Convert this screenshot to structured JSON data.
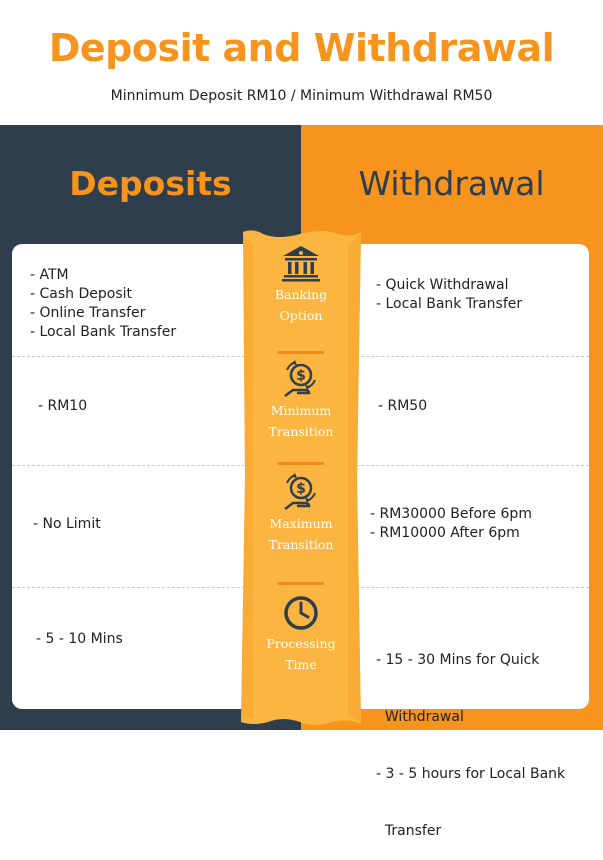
{
  "header": {
    "title": "Deposit and Withdrawal",
    "subtitle": "Minnimum Deposit RM10  /  Minimum Withdrawal RM50"
  },
  "columns": {
    "deposits": "Deposits",
    "withdrawal": "Withdrawal"
  },
  "rows": [
    {
      "label_lines": [
        "Banking",
        "Option"
      ],
      "icon": "bank-icon",
      "deposit": [
        "- ATM",
        "- Cash Deposit",
        "- Online Transfer",
        "- Local Bank Transfer"
      ],
      "withdrawal": [
        "- Quick Withdrawal",
        "- Local Bank Transfer"
      ]
    },
    {
      "label_lines": [
        "Minimum",
        "Transition"
      ],
      "icon": "money-exchange-icon",
      "deposit": [
        "- RM10"
      ],
      "withdrawal": [
        "- RM50"
      ]
    },
    {
      "label_lines": [
        "Maximum",
        "Transition"
      ],
      "icon": "money-exchange-icon",
      "deposit": [
        "- No Limit"
      ],
      "withdrawal": [
        "- RM30000 Before 6pm",
        "- RM10000 After 6pm"
      ]
    },
    {
      "label_lines": [
        "Processing",
        "Time"
      ],
      "icon": "clock-icon",
      "deposit": [
        "- 5 - 10 Mins"
      ],
      "withdrawal": [
        "- 15 - 30 Mins for Quick",
        "  Withdrawal",
        "- 3 - 5 hours for Local Bank",
        "  Transfer"
      ]
    }
  ],
  "colors": {
    "orange": "#f7941d",
    "navy": "#2f3e4d",
    "ribbon": "#fbb540"
  }
}
